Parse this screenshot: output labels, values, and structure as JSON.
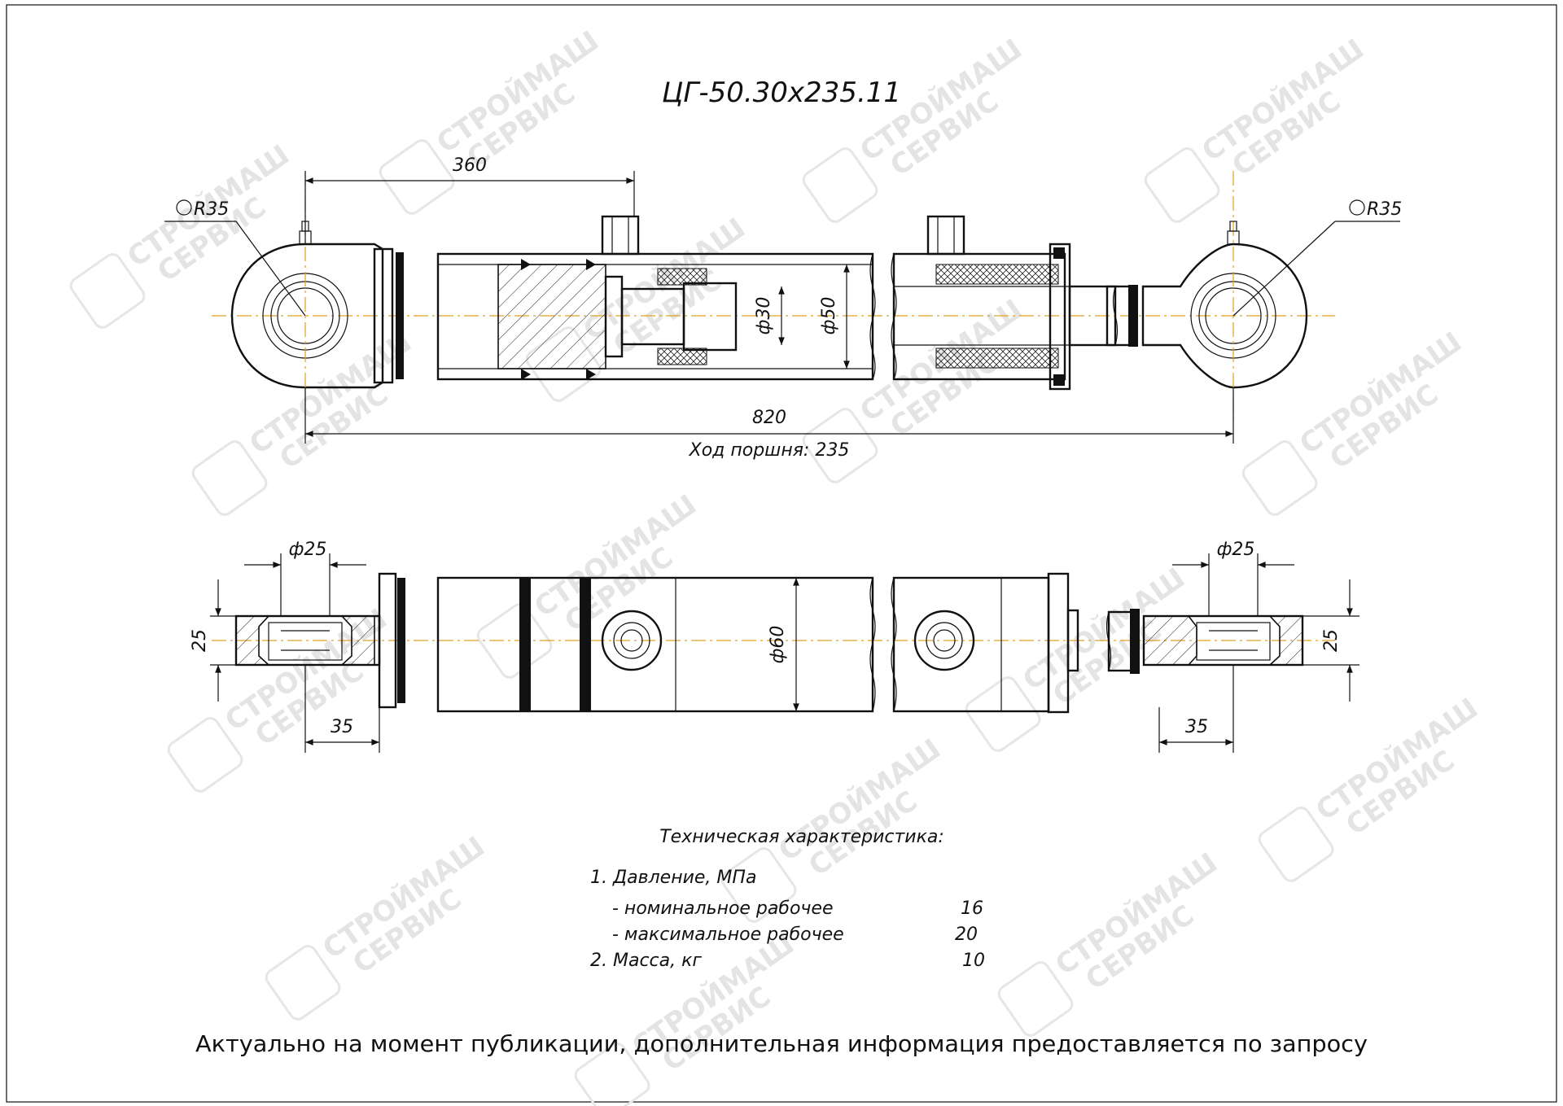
{
  "drawing": {
    "title": "ЦГ-50.30х235.11",
    "watermark": {
      "line1": "СТРОЙМАШ",
      "line2": "СЕРВИС"
    },
    "dimensions": {
      "overall_length": "820",
      "port_distance": "360",
      "stroke": "Ход поршня: 235",
      "radius_left": "R35",
      "radius_right": "R35",
      "rod_diameter": "ф30",
      "piston_diameter": "ф50",
      "outer_diameter": "ф60",
      "eye_bore_left": "ф25",
      "eye_bore_right": "ф25",
      "eye_width_left": "25",
      "eye_width_right": "25",
      "eye_offset_left": "35",
      "eye_offset_right": "35"
    },
    "specs": {
      "heading": "Техническая характеристика:",
      "pressure_label": "1. Давление, МПа",
      "nominal_label": "- номинальное рабочее",
      "nominal_value": "16",
      "max_label": "- максимальное рабочее",
      "max_value": "20",
      "mass_label": "2. Масса, кг",
      "mass_value": "10"
    },
    "footer": "Актуально на момент публикации, дополнительная информация предоставляется по запросу"
  }
}
